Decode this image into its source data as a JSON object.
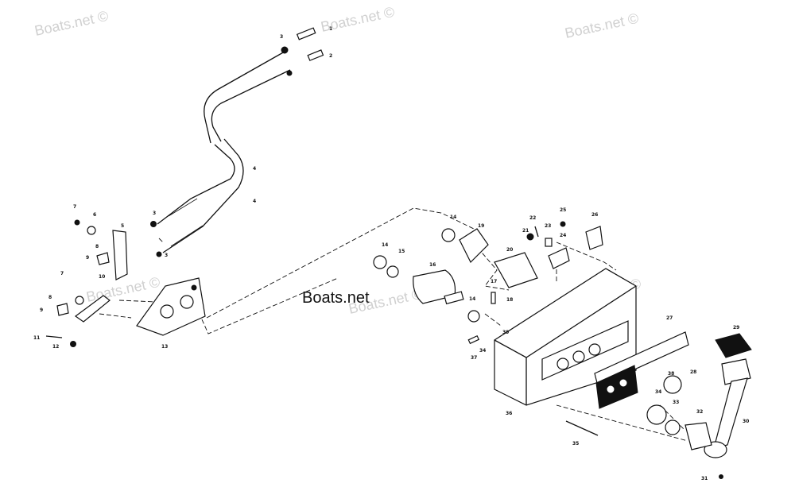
{
  "watermarks": [
    "Boats.net ©",
    "Boats.net ©",
    "Boats.net ©",
    "Boats.net ©",
    "Boats.net ©",
    "Boats.net ©"
  ],
  "brand_label": "Boats.net",
  "callouts": [
    "1",
    "2",
    "3",
    "3",
    "3",
    "4",
    "4",
    "5",
    "6",
    "7",
    "7",
    "8",
    "8",
    "9",
    "9",
    "10",
    "11",
    "12",
    "13",
    "14",
    "14",
    "14",
    "15",
    "16",
    "17",
    "18",
    "19",
    "20",
    "21",
    "22",
    "23",
    "24",
    "25",
    "26",
    "27",
    "28",
    "29",
    "30",
    "31",
    "32",
    "33",
    "34",
    "34",
    "35",
    "36",
    "37",
    "38",
    "39"
  ]
}
